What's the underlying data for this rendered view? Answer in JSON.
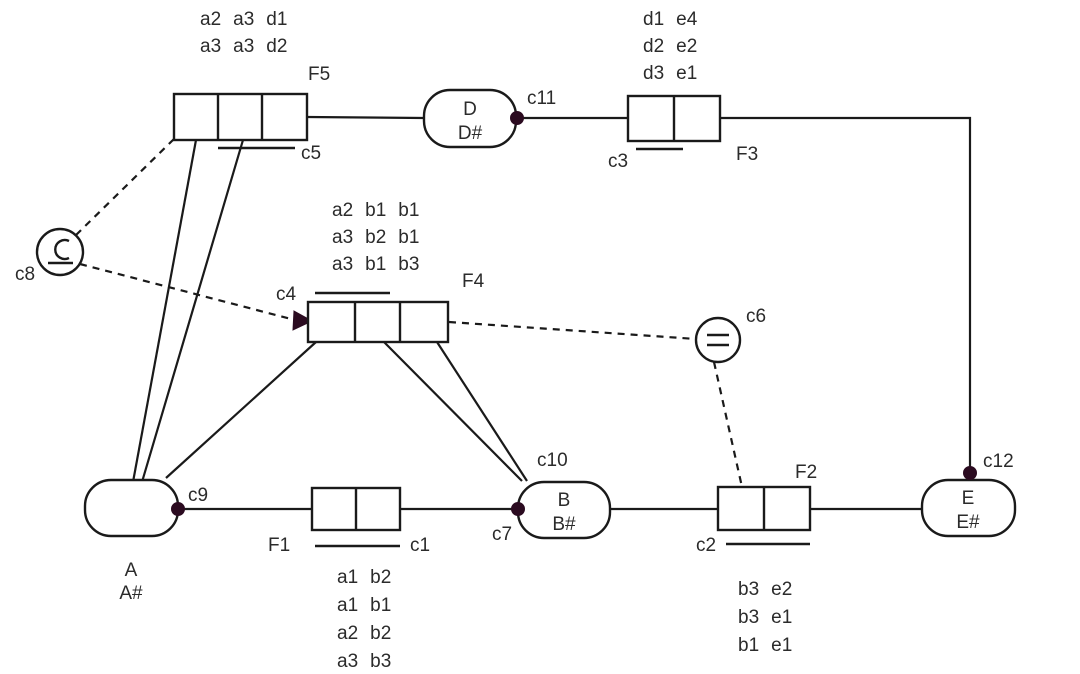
{
  "diagram": {
    "title": "relational-schema-instance-diagram",
    "colors": {
      "stroke": "#1a1a1a",
      "text": "#2b2b2b",
      "dot": "#2b0b20",
      "background": "#ffffff"
    },
    "entities": [
      {
        "id": "A",
        "name": "A",
        "key": "A#"
      },
      {
        "id": "B",
        "name": "B",
        "key": "B#"
      },
      {
        "id": "D",
        "name": "D",
        "key": "D#"
      },
      {
        "id": "E",
        "name": "E",
        "key": "E#"
      }
    ],
    "relations": [
      {
        "id": "F1",
        "label": "F1",
        "cells": 2
      },
      {
        "id": "F2",
        "label": "F2",
        "cells": 2
      },
      {
        "id": "F3",
        "label": "F3",
        "cells": 2
      },
      {
        "id": "F4",
        "label": "F4",
        "cells": 3
      },
      {
        "id": "F5",
        "label": "F5",
        "cells": 3
      }
    ],
    "connector_labels": [
      {
        "id": "c1",
        "label": "c1"
      },
      {
        "id": "c2",
        "label": "c2"
      },
      {
        "id": "c3",
        "label": "c3"
      },
      {
        "id": "c4",
        "label": "c4"
      },
      {
        "id": "c5",
        "label": "c5"
      },
      {
        "id": "c6",
        "label": "c6"
      },
      {
        "id": "c7",
        "label": "c7"
      },
      {
        "id": "c8",
        "label": "c8"
      },
      {
        "id": "c9",
        "label": "c9"
      },
      {
        "id": "c10",
        "label": "c10"
      },
      {
        "id": "c11",
        "label": "c11"
      },
      {
        "id": "c12",
        "label": "c12"
      }
    ],
    "constraint_circles": [
      {
        "id": "c8",
        "symbol": "subset-or-equal",
        "glyph": "⊆"
      },
      {
        "id": "c6",
        "symbol": "equals",
        "glyph": "="
      }
    ],
    "tuple_sets": [
      {
        "id": "F5-tuples",
        "for": "F5",
        "rows": [
          [
            "a2",
            "a3",
            "d1"
          ],
          [
            "a3",
            "a3",
            "d2"
          ]
        ]
      },
      {
        "id": "F3-tuples",
        "for": "F3",
        "rows": [
          [
            "d1",
            "e4"
          ],
          [
            "d2",
            "e2"
          ],
          [
            "d3",
            "e1"
          ]
        ]
      },
      {
        "id": "F4-tuples",
        "for": "F4",
        "rows": [
          [
            "a2",
            "b1",
            "b1"
          ],
          [
            "a3",
            "b2",
            "b1"
          ],
          [
            "a3",
            "b1",
            "b3"
          ]
        ]
      },
      {
        "id": "F1-tuples",
        "for": "F1",
        "rows": [
          [
            "a1",
            "b2"
          ],
          [
            "a1",
            "b1"
          ],
          [
            "a2",
            "b2"
          ],
          [
            "a3",
            "b3"
          ]
        ]
      },
      {
        "id": "F2-tuples",
        "for": "F2",
        "rows": [
          [
            "b3",
            "e2"
          ],
          [
            "b3",
            "e1"
          ],
          [
            "b1",
            "e1"
          ]
        ]
      }
    ]
  }
}
